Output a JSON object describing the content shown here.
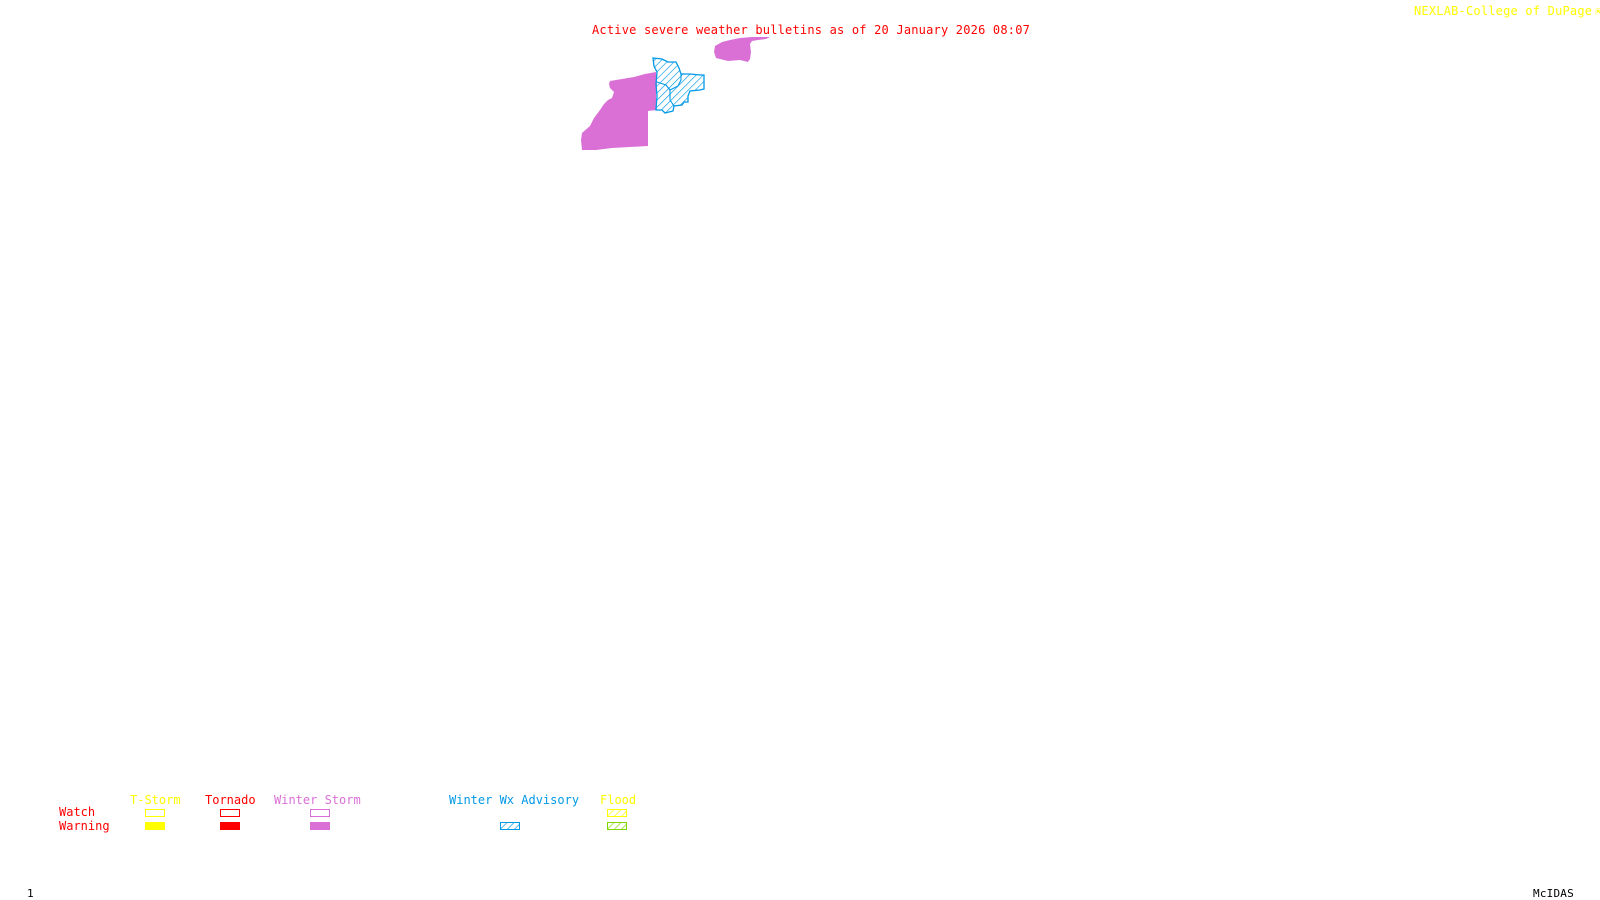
{
  "header": {
    "title": "Active severe weather bulletins as of 20 January 2026 08:07",
    "credit": "NEXLAB-College of DuPage",
    "credit_icon": "expand-arrow-icon",
    "credit_icon_glyph": "⇱"
  },
  "colors": {
    "title": "#ff0000",
    "credit": "#ffff00",
    "tstorm": "#ffff00",
    "tornado": "#ff0000",
    "winter_storm": "#da70d6",
    "winter_wx_advisory": "#0099e6",
    "flood_watch": "#ffff00",
    "flood_warning": "#7fd600",
    "row_labels": "#ff0000",
    "footer": "#000000"
  },
  "map": {
    "regions": [
      {
        "name": "winter-storm-warning-area-large",
        "type": "Winter Storm Warning"
      },
      {
        "name": "winter-storm-warning-area-small",
        "type": "Winter Storm Warning"
      },
      {
        "name": "winter-wx-advisory-area",
        "type": "Winter Wx Advisory"
      }
    ]
  },
  "legend": {
    "row_labels": {
      "watch": "Watch",
      "warning": "Warning"
    },
    "categories": [
      {
        "label": "T-Storm",
        "watch": true,
        "warning": true
      },
      {
        "label": "Tornado",
        "watch": true,
        "warning": true
      },
      {
        "label": "Winter Storm",
        "watch": true,
        "warning": true
      },
      {
        "label": "Winter Wx Advisory",
        "watch": false,
        "warning": true
      },
      {
        "label": "Flood",
        "watch": true,
        "warning": true
      }
    ]
  },
  "footer": {
    "frame_number": "1",
    "software": "McIDAS"
  }
}
